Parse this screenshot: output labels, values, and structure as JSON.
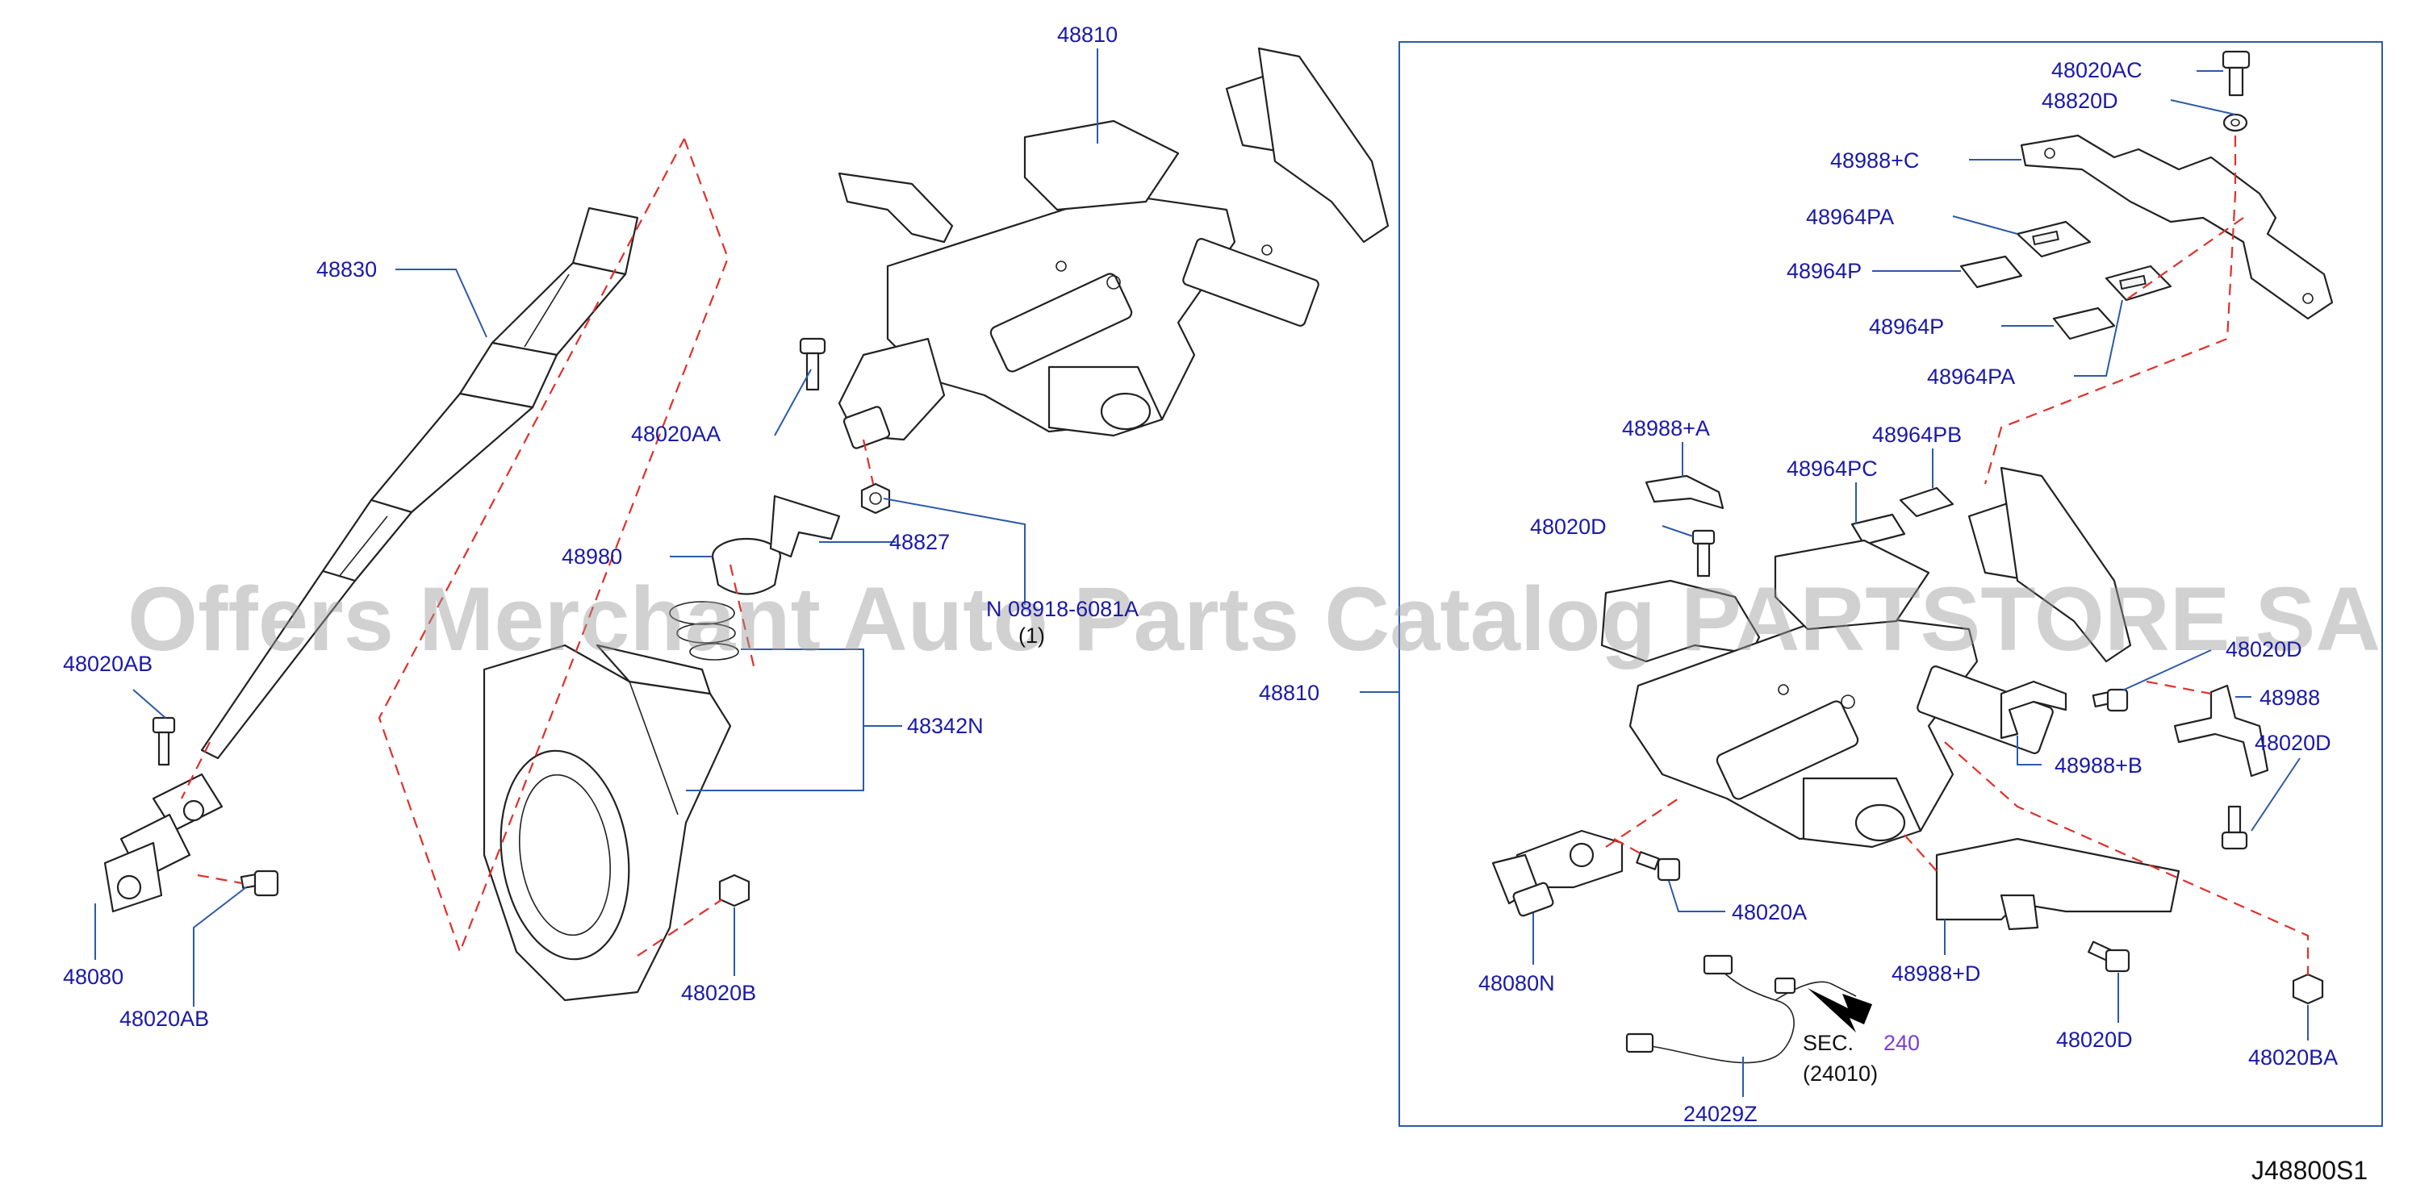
{
  "watermark": "Offers Merchant Auto Parts Catalog PARTSTORE.SA",
  "diagram_code": "J48800S1",
  "callouts": {
    "p48830": "48830",
    "p48810_left": "48810",
    "p48020AA": "48020AA",
    "p48827": "48827",
    "p48980": "48980",
    "p48342N": "48342N",
    "p48020AB_top": "48020AB",
    "p48080": "48080",
    "p48020AB_bottom": "48020AB",
    "p48020B": "48020B",
    "p08918": "N 08918-6081A",
    "p08918_qty": "(1)",
    "p48810_box": "48810",
    "p48020AC": "48020AC",
    "p48820D": "48820D",
    "p48988C": "48988+C",
    "p48964PA_top": "48964PA",
    "p48964P_top": "48964P",
    "p48964P_bottom": "48964P",
    "p48964PA_bottom": "48964PA",
    "p48988A": "48988+A",
    "p48964PB": "48964PB",
    "p48964PC": "48964PC",
    "p48020D_left": "48020D",
    "p48020D_mid": "48020D",
    "p48988": "48988",
    "p48020D_right": "48020D",
    "p48988B": "48988+B",
    "p48020A": "48020A",
    "p48080N": "48080N",
    "p48988D": "48988+D",
    "p48020D_bottom": "48020D",
    "p48020BA": "48020BA",
    "sec_prefix": "SEC.",
    "sec_number": "240",
    "sec_sub": "(24010)",
    "p24029Z": "24029Z"
  },
  "colors": {
    "callout_text": "#1a1aa8",
    "leader_line": "#2d5aa8",
    "dashed_connector": "#e0302a",
    "section_link": "#7a3fd1"
  }
}
